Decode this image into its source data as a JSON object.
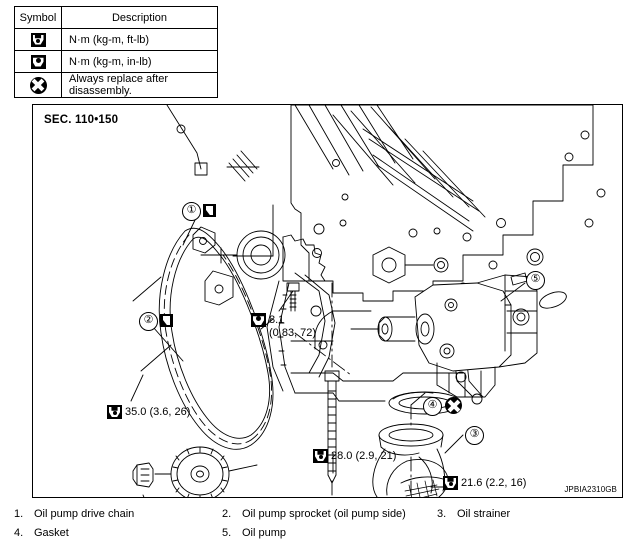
{
  "legend": {
    "headers": [
      "Symbol",
      "Description"
    ],
    "rows": [
      {
        "symbol": "torque-ftlb-icon",
        "description": "N·m (kg-m, ft-lb)"
      },
      {
        "symbol": "torque-inlb-icon",
        "description": "N·m (kg-m, in-lb)"
      },
      {
        "symbol": "always-replace-icon",
        "description": "Always replace after disassembly."
      }
    ]
  },
  "diagram": {
    "section_label": "SEC. 110•150",
    "figure_code": "JPBIA2310GB",
    "callouts": [
      {
        "id": "1",
        "label": "①"
      },
      {
        "id": "2",
        "label": "②"
      },
      {
        "id": "3",
        "label": "③"
      },
      {
        "id": "4",
        "label": "④"
      },
      {
        "id": "5",
        "label": "⑤"
      }
    ],
    "torque_specs": [
      {
        "name": "torque-8-1",
        "symbol": "torque-inlb-icon",
        "value": "8.1",
        "sub": "(0.83, 72)"
      },
      {
        "name": "torque-35-0",
        "symbol": "torque-ftlb-icon",
        "value": "35.0 (3.6, 26)",
        "sub": ""
      },
      {
        "name": "torque-28-0",
        "symbol": "torque-ftlb-icon",
        "value": "28.0 (2.9, 21)",
        "sub": ""
      },
      {
        "name": "torque-21-6",
        "symbol": "torque-ftlb-icon",
        "value": "21.6 (2.2, 16)",
        "sub": ""
      }
    ]
  },
  "parts": [
    {
      "num": "1.",
      "name": "Oil pump drive chain"
    },
    {
      "num": "2.",
      "name": "Oil pump sprocket (oil pump side)"
    },
    {
      "num": "3.",
      "name": "Oil strainer"
    },
    {
      "num": "4.",
      "name": "Gasket"
    },
    {
      "num": "5.",
      "name": "Oil pump"
    }
  ],
  "colors": {
    "line": "#000000",
    "background": "#ffffff"
  }
}
